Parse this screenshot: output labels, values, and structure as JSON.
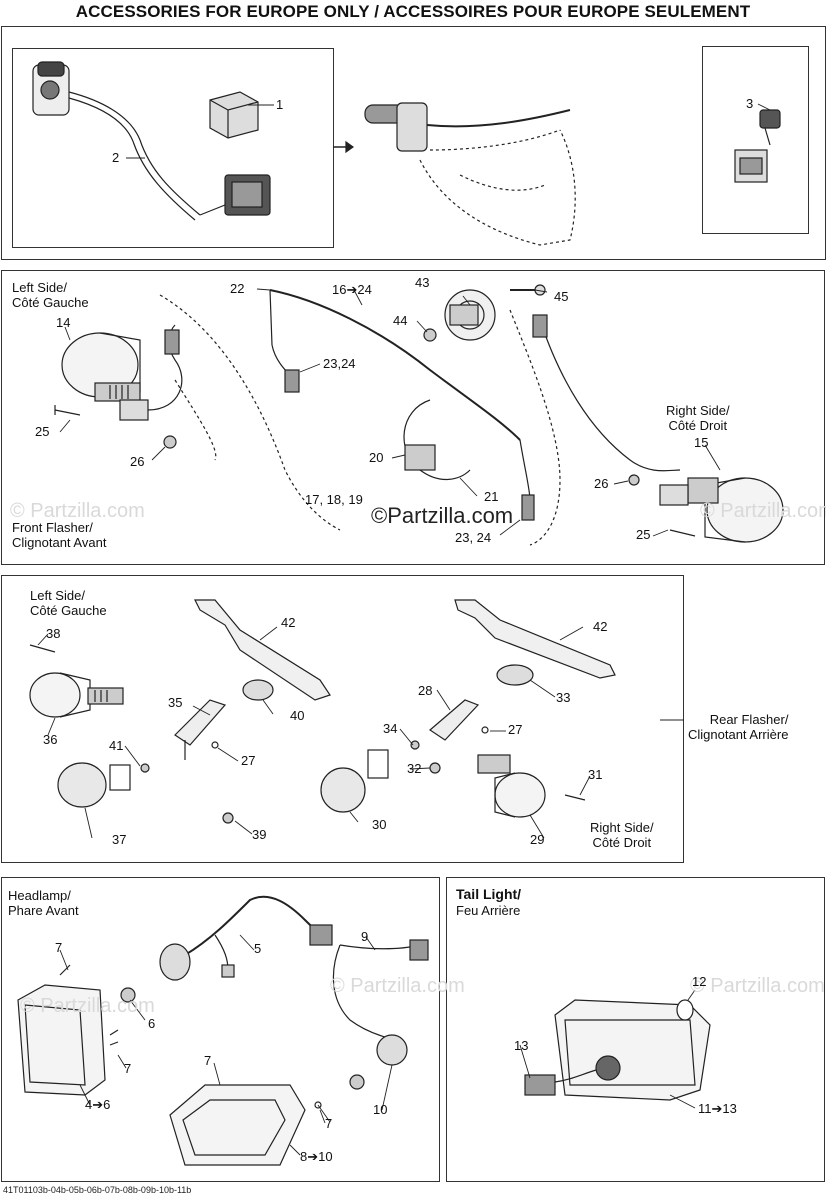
{
  "title": "ACCESSORIES FOR EUROPE ONLY / ACCESSOIRES POUR EUROPE SEULEMENT",
  "sections": {
    "front_flasher": {
      "left_side": "Left Side/\nCôté Gauche",
      "right_side": "Right Side/\nCôté Droit",
      "label": "Front Flasher/\nClignotant Avant"
    },
    "rear_flasher": {
      "left_side": "Left Side/\nCôté Gauche",
      "right_side": "Right Side/\nCôté Droit",
      "label": "Rear Flasher/\nClignotant Arrière"
    },
    "headlamp": {
      "label": "Headlamp/\nPhare Avant"
    },
    "tail_light": {
      "title": "Tail Light/",
      "subtitle": "Feu Arrière"
    }
  },
  "callouts": {
    "c1": "1",
    "c2": "2",
    "c3": "3",
    "c4_6": "4➔6",
    "c5": "5",
    "c6": "6",
    "c7a": "7",
    "c7b": "7",
    "c7c": "7",
    "c7d": "7",
    "c8_10": "8➔10",
    "c9": "9",
    "c10": "10",
    "c11_13": "11➔13",
    "c12": "12",
    "c13": "13",
    "c14": "14",
    "c15": "15",
    "c16_24": "16➔24",
    "c17_19": "17, 18, 19",
    "c20": "20",
    "c21": "21",
    "c22": "22",
    "c23_24a": "23,24",
    "c23_24b": "23, 24",
    "c25a": "25",
    "c25b": "25",
    "c26a": "26",
    "c26b": "26",
    "c27a": "27",
    "c27b": "27",
    "c28": "28",
    "c29": "29",
    "c30": "30",
    "c31": "31",
    "c32": "32",
    "c33": "33",
    "c34": "34",
    "c35": "35",
    "c36": "36",
    "c37": "37",
    "c38": "38",
    "c39": "39",
    "c40": "40",
    "c41": "41",
    "c42a": "42",
    "c42b": "42",
    "c43": "43",
    "c44": "44",
    "c45": "45"
  },
  "watermark_main": "©Partzilla.com",
  "watermark_faint": "© Partzilla.com",
  "footer_code": "41T01103b-04b-05b-06b-07b-08b-09b-10b-11b"
}
